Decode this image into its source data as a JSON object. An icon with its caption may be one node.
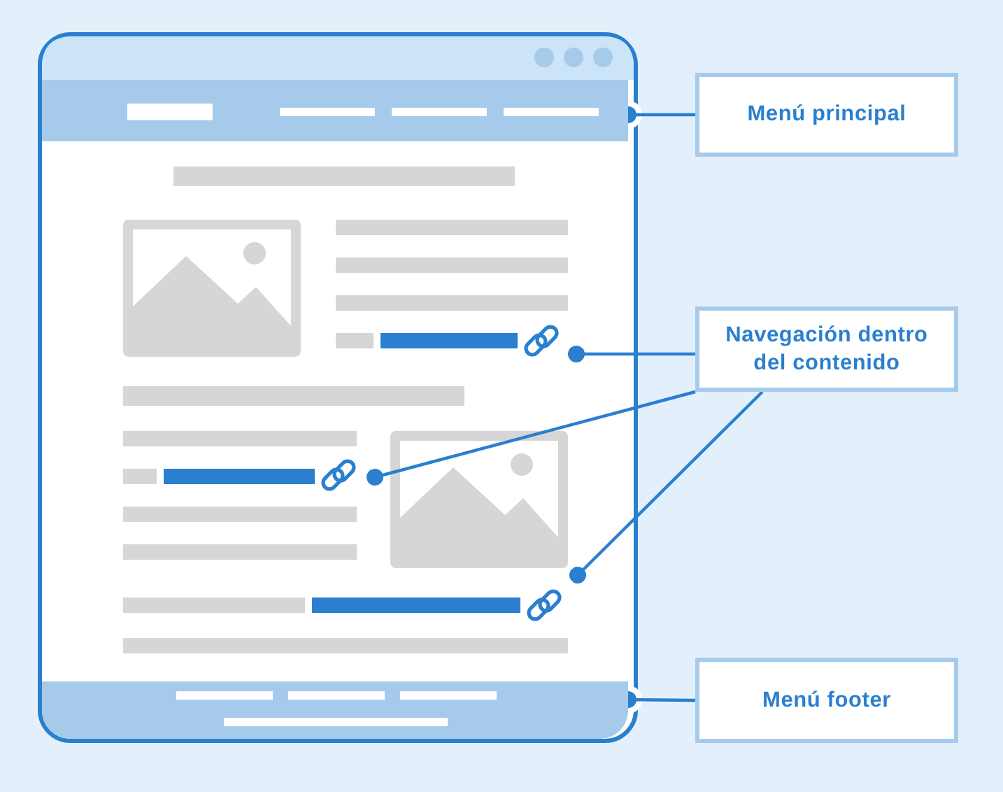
{
  "diagram": {
    "nodes": [
      {
        "text": [
          "Menú principal"
        ]
      },
      {
        "text": [
          "Navegación dentro del contenido"
        ]
      },
      {
        "text": [
          "Menú footer"
        ]
      },
      {
        "text": [],
        "shape": "bar"
      },
      {
        "text": [],
        "shape": "link"
      },
      {
        "text": [],
        "shape": "link"
      },
      {
        "text": [],
        "shape": "link"
      },
      {
        "text": [],
        "shape": "bar"
      }
    ],
    "edges": [
      {
        "from": 0,
        "to": 3,
        "arrow": "other"
      },
      {
        "from": 1,
        "to": 4,
        "arrow": "other"
      },
      {
        "from": 1,
        "to": 5,
        "arrow": "other"
      },
      {
        "from": 1,
        "to": 6,
        "arrow": "other"
      },
      {
        "from": 2,
        "to": 7,
        "arrow": "other"
      }
    ]
  }
}
